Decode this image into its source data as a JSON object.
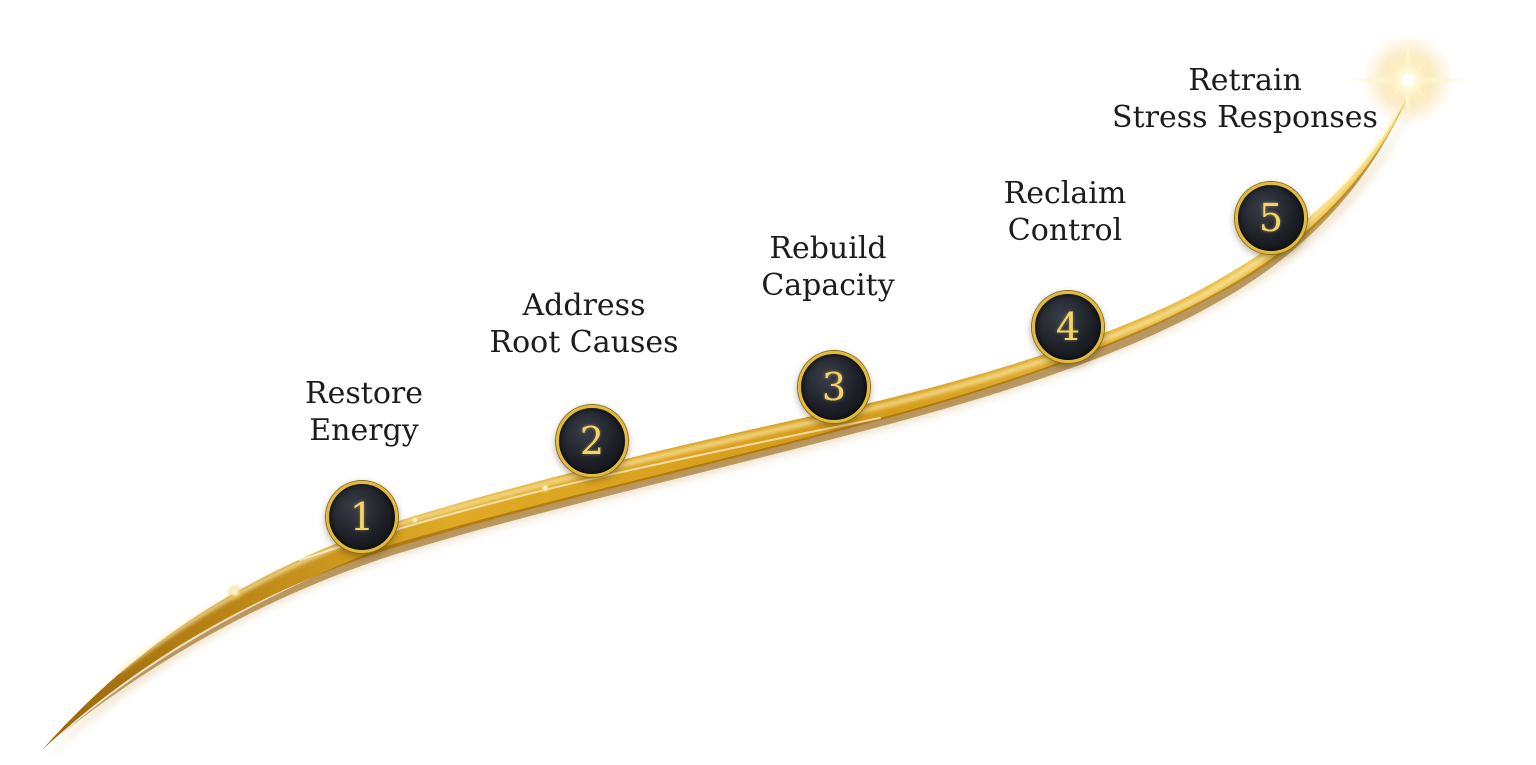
{
  "colors": {
    "ribbon_dark": "#8a5a06",
    "ribbon_mid": "#d19a1a",
    "ribbon_light": "#fff0a8",
    "badge_fill": "#1c1f26",
    "badge_ring": "#e2bb3e",
    "number_text": "#f2d36a",
    "label_text": "#1c1c1c"
  },
  "steps": [
    {
      "number": "1",
      "line1": "Restore",
      "line2": "Energy"
    },
    {
      "number": "2",
      "line1": "Address",
      "line2": "Root Causes"
    },
    {
      "number": "3",
      "line1": "Rebuild",
      "line2": "Capacity"
    },
    {
      "number": "4",
      "line1": "Reclaim",
      "line2": "Control"
    },
    {
      "number": "5",
      "line1": "Retrain",
      "line2": "Stress Responses"
    }
  ],
  "decorations": [
    "sparkle-star-icon"
  ]
}
